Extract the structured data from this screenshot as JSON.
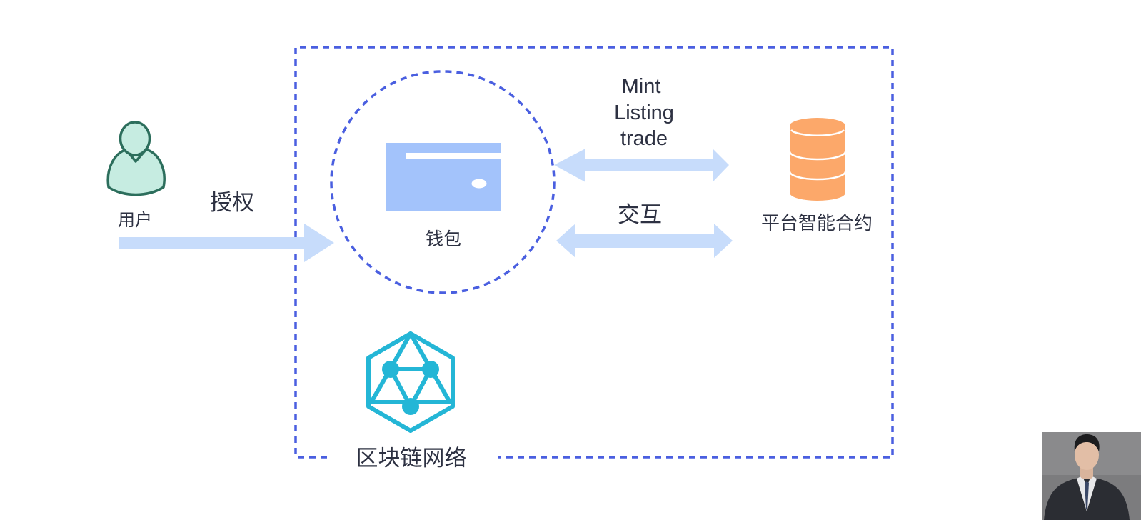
{
  "labels": {
    "user": "用户",
    "authorize": "授权",
    "wallet": "钱包",
    "ops_line1": "Mint",
    "ops_line2": "Listing",
    "ops_line3": "trade",
    "interact": "交互",
    "contract": "平台智能合约",
    "network": "区块链网络"
  },
  "icons": {
    "user": "user-icon",
    "wallet": "wallet-icon",
    "database": "database-icon",
    "blockchain": "blockchain-icon",
    "presenter": "presenter-avatar"
  },
  "colors": {
    "dashed_border": "#4a5fe0",
    "arrow": "#c7dcfb",
    "wallet": "#a3c3fb",
    "user_fill": "#c6ece1",
    "user_stroke": "#2c6e5c",
    "database": "#fca86a",
    "blockchain": "#24b6d6"
  }
}
